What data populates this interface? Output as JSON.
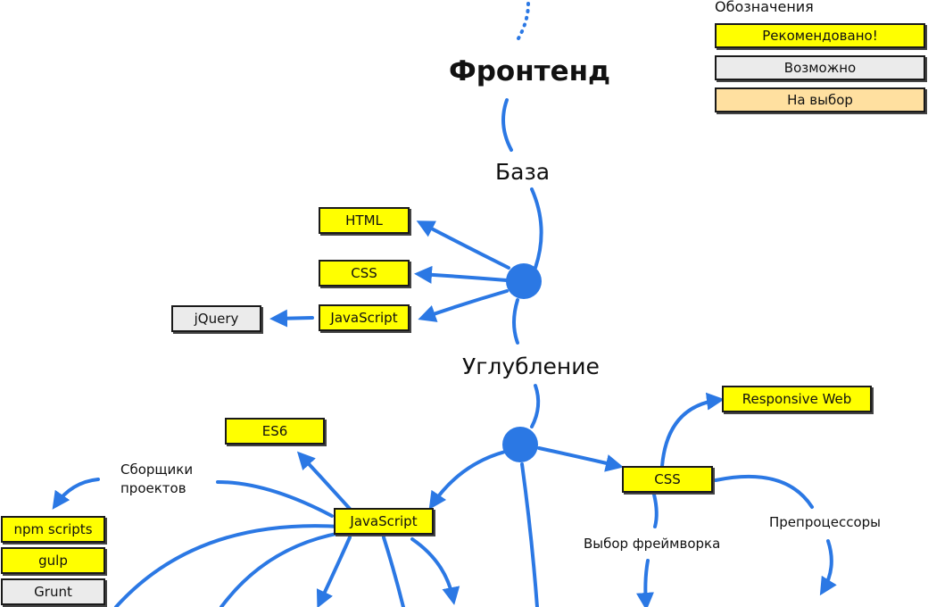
{
  "legend": {
    "title": "Обозначения",
    "items": [
      {
        "label": "Рекомендовано!",
        "kind": "recommended",
        "color": "#ffff00"
      },
      {
        "label": "Возможно",
        "kind": "possible",
        "color": "#ebebeb"
      },
      {
        "label": "На выбор",
        "kind": "optional",
        "color": "#ffe0a0"
      }
    ]
  },
  "title": "Фронтенд",
  "sections": {
    "base": "База",
    "deep": "Углубление"
  },
  "base_nodes": {
    "html": "HTML",
    "css": "CSS",
    "js": "JavaScript",
    "jquery": "jQuery"
  },
  "deep_nodes": {
    "es6": "ES6",
    "js": "JavaScript",
    "css": "CSS",
    "responsive": "Responsive Web"
  },
  "labels": {
    "builders": "Сборщики\nпроектов",
    "framework": "Выбор фреймворка",
    "preprocessors": "Препроцессоры"
  },
  "builders": [
    "npm scripts",
    "gulp",
    "Grunt"
  ],
  "colors": {
    "accent": "#2b78e4",
    "recommended": "#ffff00",
    "possible": "#ebebeb",
    "optional": "#ffe0a0"
  }
}
